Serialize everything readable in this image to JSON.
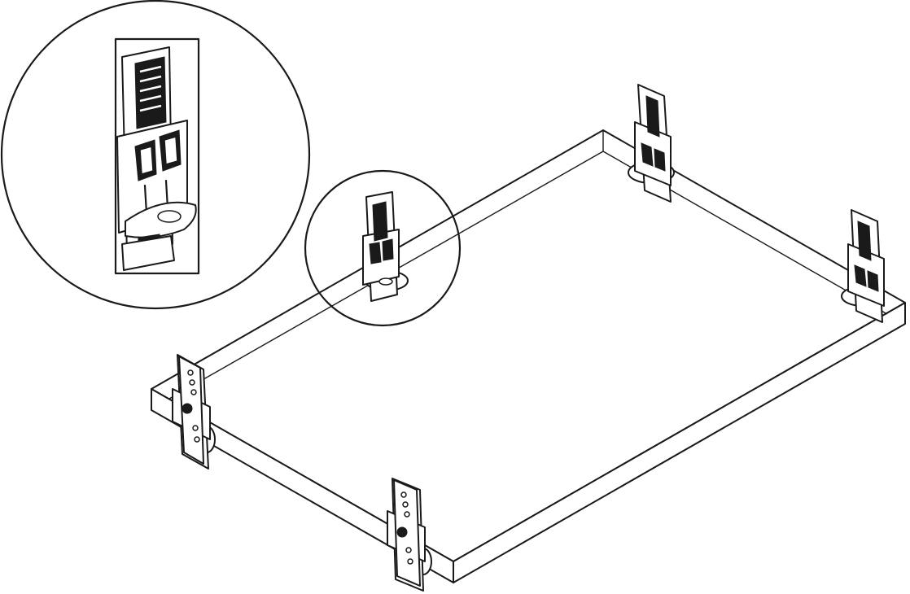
{
  "figure": {
    "kind": "technical-illustration",
    "subject": "panel-with-mounting-brackets",
    "colors": {
      "line": "#1a1a1a",
      "background": "#ffffff"
    },
    "components": [
      "panel",
      "rear-brackets",
      "front-brackets",
      "detail-magnifier"
    ]
  }
}
